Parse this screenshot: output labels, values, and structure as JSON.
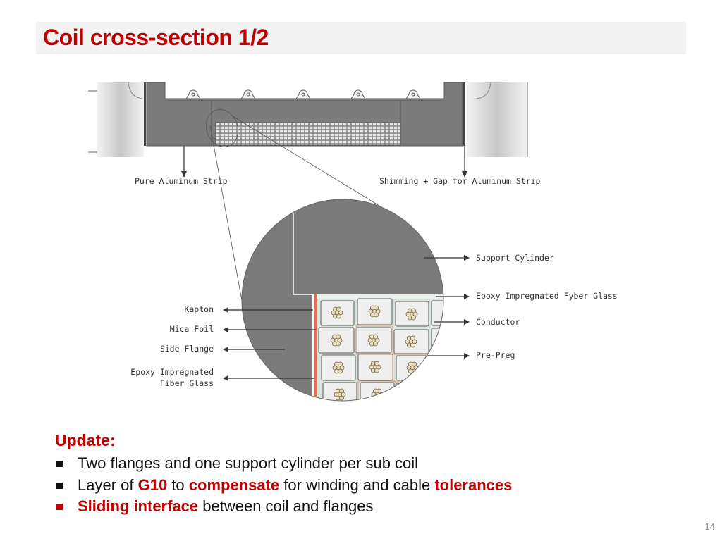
{
  "slide": {
    "title": "Coil cross-section 1/2",
    "page_number": "14"
  },
  "diagram": {
    "top_labels": {
      "left": "Pure Aluminum Strip",
      "right": "Shimming + Gap for Aluminum Strip"
    },
    "right_labels": {
      "support_cylinder": "Support Cylinder",
      "epoxy_fyber": "Epoxy Impregnated Fyber Glass",
      "conductor": "Conductor",
      "prepreg": "Pre-Preg"
    },
    "left_labels": {
      "kapton": "Kapton",
      "mica": "Mica Foil",
      "side_flange": "Side Flange",
      "epoxy_fiber_line1": "Epoxy Impregnated",
      "epoxy_fiber_line2": "Fiber Glass"
    }
  },
  "update": {
    "heading": "Update:",
    "bullet1": "Two flanges and one support cylinder per sub coil",
    "bullet2": {
      "p1": "Layer of ",
      "g10": "G10",
      "p2": " to ",
      "compensate": "compensate",
      "p3": " for winding and cable ",
      "tolerances": "tolerances"
    },
    "bullet3": {
      "sliding": "Sliding interface",
      "rest": " between coil and flanges"
    }
  }
}
